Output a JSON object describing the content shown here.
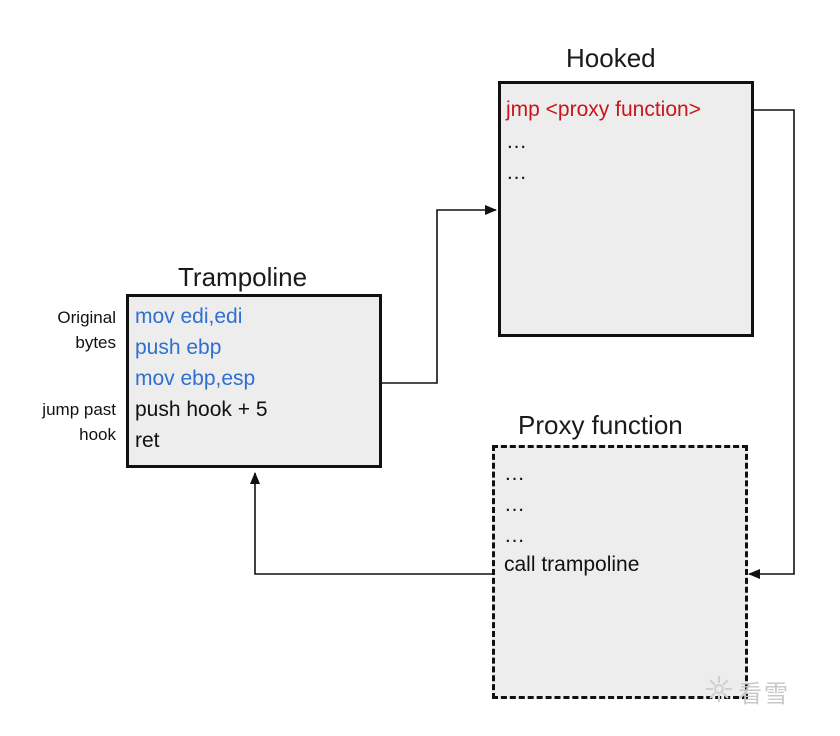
{
  "colors": {
    "blue": "#2e6fcf",
    "red": "#c8161d",
    "black": "#111111",
    "box_fill": "#ededed"
  },
  "hooked": {
    "title": "Hooked",
    "lines": [
      "jmp <proxy function>",
      "…",
      "…"
    ]
  },
  "trampoline": {
    "title": "Trampoline",
    "lines": [
      "mov  edi,edi",
      "push ebp",
      "mov  ebp,esp",
      "push hook + 5",
      "ret"
    ]
  },
  "proxy": {
    "title": "Proxy function",
    "lines": [
      "…",
      "…",
      "…",
      "call trampoline"
    ]
  },
  "notes": {
    "original_bytes_line1": "Original",
    "original_bytes_line2": "bytes",
    "jump_past_line1": "jump past",
    "jump_past_line2": "hook"
  },
  "watermark": {
    "text": "看雪"
  }
}
